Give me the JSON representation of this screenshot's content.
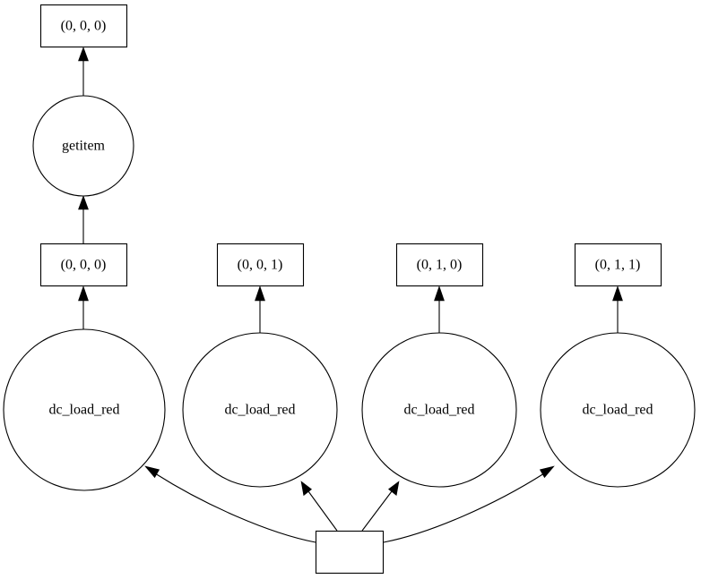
{
  "diagram": {
    "type": "dataflow-graph",
    "title": "",
    "background_color": "#ffffff",
    "stroke_color": "#000000",
    "fill_color": "#ffffff",
    "nodes": {
      "output_box_top": {
        "label": "(0, 0, 0)",
        "shape": "box"
      },
      "getitem_op": {
        "label": "getitem",
        "shape": "circle"
      },
      "data_box_0": {
        "label": "(0, 0, 0)",
        "shape": "box"
      },
      "data_box_1": {
        "label": "(0, 0, 1)",
        "shape": "box"
      },
      "data_box_2": {
        "label": "(0, 1, 0)",
        "shape": "box"
      },
      "data_box_3": {
        "label": "(0, 1, 1)",
        "shape": "box"
      },
      "op_circle_0": {
        "label": "dc_load_red",
        "shape": "circle"
      },
      "op_circle_1": {
        "label": "dc_load_red",
        "shape": "circle"
      },
      "op_circle_2": {
        "label": "dc_load_red",
        "shape": "circle"
      },
      "op_circle_3": {
        "label": "dc_load_red",
        "shape": "circle"
      },
      "source_box": {
        "label": "",
        "shape": "box"
      }
    },
    "edges": [
      {
        "from": "getitem_op",
        "to": "output_box_top",
        "arrow": "normal"
      },
      {
        "from": "data_box_0",
        "to": "getitem_op",
        "arrow": "normal"
      },
      {
        "from": "op_circle_0",
        "to": "data_box_0",
        "arrow": "normal"
      },
      {
        "from": "op_circle_1",
        "to": "data_box_1",
        "arrow": "normal"
      },
      {
        "from": "op_circle_2",
        "to": "data_box_2",
        "arrow": "normal"
      },
      {
        "from": "op_circle_3",
        "to": "data_box_3",
        "arrow": "normal"
      },
      {
        "from": "source_box",
        "to": "op_circle_0",
        "arrow": "normal"
      },
      {
        "from": "source_box",
        "to": "op_circle_1",
        "arrow": "normal"
      },
      {
        "from": "source_box",
        "to": "op_circle_2",
        "arrow": "normal"
      },
      {
        "from": "source_box",
        "to": "op_circle_3",
        "arrow": "normal"
      }
    ]
  }
}
